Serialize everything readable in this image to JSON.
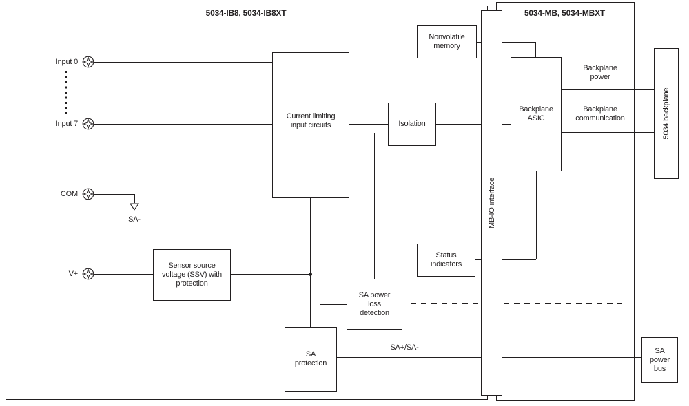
{
  "diagram": {
    "left_module_title": "5034-IB8, 5034-IB8XT",
    "right_module_title": "5034-MB, 5034-MBXT",
    "terminals": [
      {
        "label": "Input 0"
      },
      {
        "label": "Input 7"
      },
      {
        "label": "COM"
      },
      {
        "label": "V+"
      }
    ],
    "blocks": {
      "current_limiting": "Current limiting\ninput circuits",
      "isolation": "Isolation",
      "nonvolatile_memory": "Nonvolatile\nmemory",
      "status_indicators": "Status\nindicators",
      "backplane_asic": "Backplane\nASIC",
      "ssv": "Sensor source\nvoltage (SSV) with\nprotection",
      "sa_power_loss": "SA power\nloss\ndetection",
      "sa_protection": "SA\nprotection",
      "sa_power_bus": "SA\npower\nbus",
      "mb_io_interface": "MB-IO interface",
      "backplane_5034": "5034 backplane"
    },
    "wire_labels": {
      "sa_minus": "SA-",
      "sa_plus_minus": "SA+/SA-",
      "backplane_power": "Backplane\npower",
      "backplane_communication": "Backplane\ncommunication"
    },
    "colors": {
      "line": "#221f20",
      "background": "#ffffff"
    }
  }
}
